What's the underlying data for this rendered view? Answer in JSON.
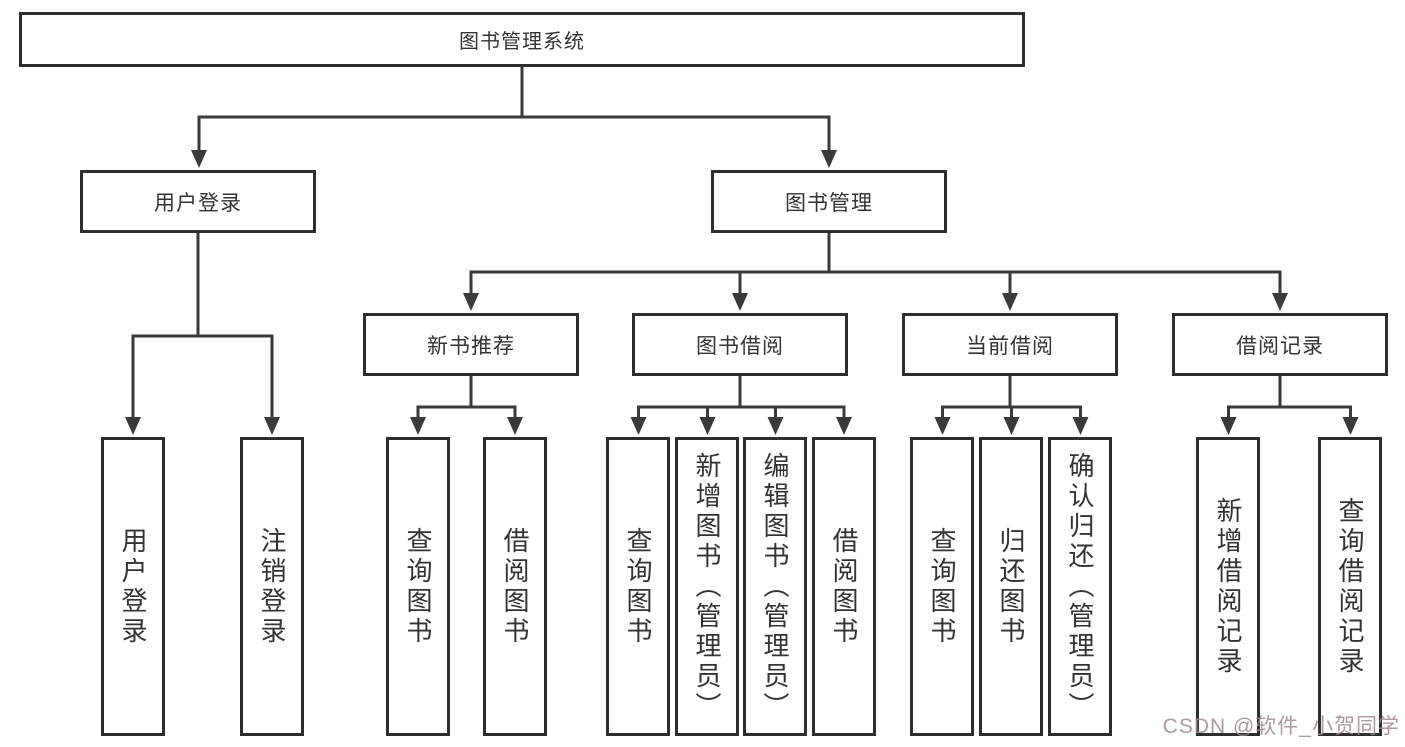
{
  "tree": {
    "label": "图书管理系统",
    "children": [
      {
        "label": "用户登录",
        "children": [
          {
            "label": "用户登录"
          },
          {
            "label": "注销登录"
          }
        ]
      },
      {
        "label": "图书管理",
        "children": [
          {
            "label": "新书推荐",
            "children": [
              {
                "label": "查询图书"
              },
              {
                "label": "借阅图书"
              }
            ]
          },
          {
            "label": "图书借阅",
            "children": [
              {
                "label": "查询图书"
              },
              {
                "label": "新增图书（管理员）"
              },
              {
                "label": "编辑图书（管理员）"
              },
              {
                "label": "借阅图书"
              }
            ]
          },
          {
            "label": "当前借阅",
            "children": [
              {
                "label": "查询图书"
              },
              {
                "label": "归还图书"
              },
              {
                "label": "确认归还（管理员）"
              }
            ]
          },
          {
            "label": "借阅记录",
            "children": [
              {
                "label": "新增借阅记录"
              },
              {
                "label": "查询借阅记录"
              }
            ]
          }
        ]
      }
    ]
  },
  "watermark": {
    "text": "CSDN @软件_小贺同学"
  },
  "colors": {
    "line": "#3a3a3a",
    "box_border": "#2e2e2e",
    "text": "#333333",
    "watermark": "#9e8a8a",
    "background": "#ffffff"
  }
}
